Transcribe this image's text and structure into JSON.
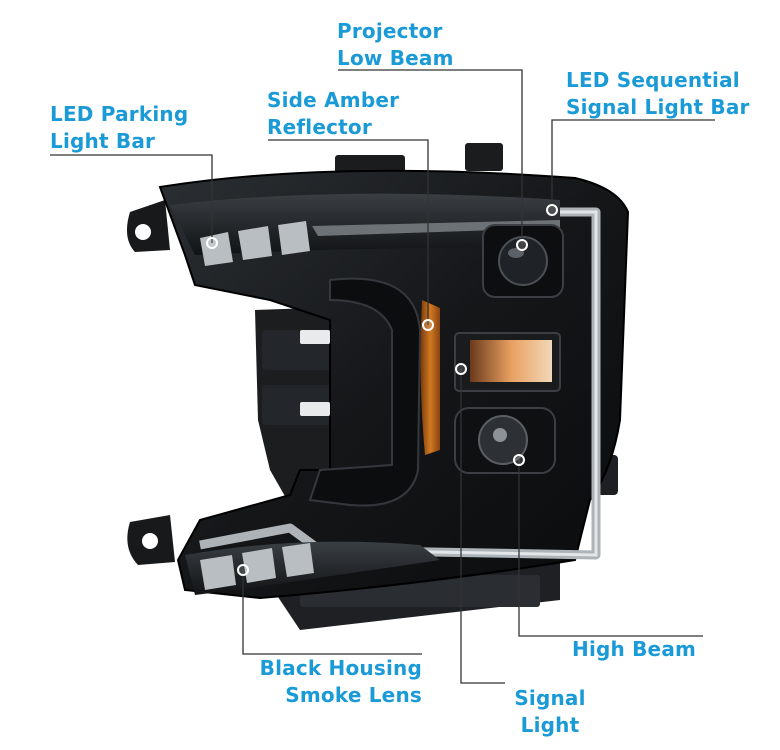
{
  "colors": {
    "label": "#1a9ad6",
    "leader_line": "#333333",
    "housing": "#151719",
    "light_guide": "#c4c8cb",
    "amber": "#c86a1a"
  },
  "callouts": {
    "projector_low_beam": "Projector\nLow Beam",
    "led_sequential_signal_light_bar": "LED Sequential\nSignal Light Bar",
    "led_parking_light_bar": "LED Parking\nLight Bar",
    "side_amber_reflector": "Side Amber\nReflector",
    "high_beam": "High Beam",
    "black_housing_smoke_lens": "Black Housing\nSmoke Lens",
    "signal_light": "Signal\nLight"
  }
}
